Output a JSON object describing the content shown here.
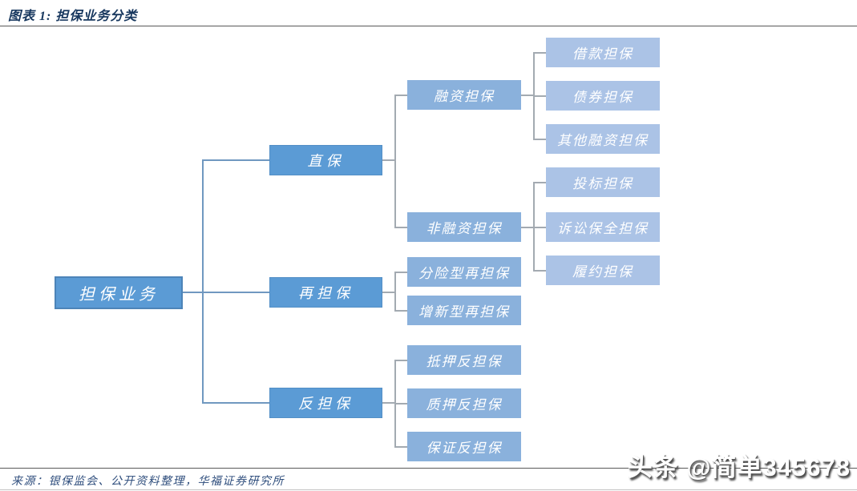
{
  "header": {
    "title": "图表 1: 担保业务分类"
  },
  "footer": {
    "source": "来源：银保监会、公开资料整理，华福证券研究所"
  },
  "watermark": {
    "text": "头条 @简单345678"
  },
  "colors": {
    "level1_fill": "#5b9bd5",
    "level1_border": "#4d84b8",
    "level2_fill": "#5b9bd5",
    "level3_fill": "#8ab1dc",
    "level4_fill": "#abc3e6",
    "connector_main": "#7098c0",
    "connector_sub": "#a3aab1",
    "title_color": "#17375e",
    "node_text_color": "#ffffff"
  },
  "tree": {
    "root": {
      "label": "担保业务",
      "children": [
        {
          "label": "直保",
          "children": [
            {
              "label": "融资担保",
              "children": [
                {
                  "label": "借款担保"
                },
                {
                  "label": "债券担保"
                },
                {
                  "label": "其他融资担保"
                }
              ]
            },
            {
              "label": "非融资担保",
              "children": [
                {
                  "label": "投标担保"
                },
                {
                  "label": "诉讼保全担保"
                },
                {
                  "label": "履约担保"
                }
              ]
            }
          ]
        },
        {
          "label": "再担保",
          "children": [
            {
              "label": "分险型再担保"
            },
            {
              "label": "增新型再担保"
            }
          ]
        },
        {
          "label": "反担保",
          "children": [
            {
              "label": "抵押反担保"
            },
            {
              "label": "质押反担保"
            },
            {
              "label": "保证反担保"
            }
          ]
        }
      ]
    }
  }
}
